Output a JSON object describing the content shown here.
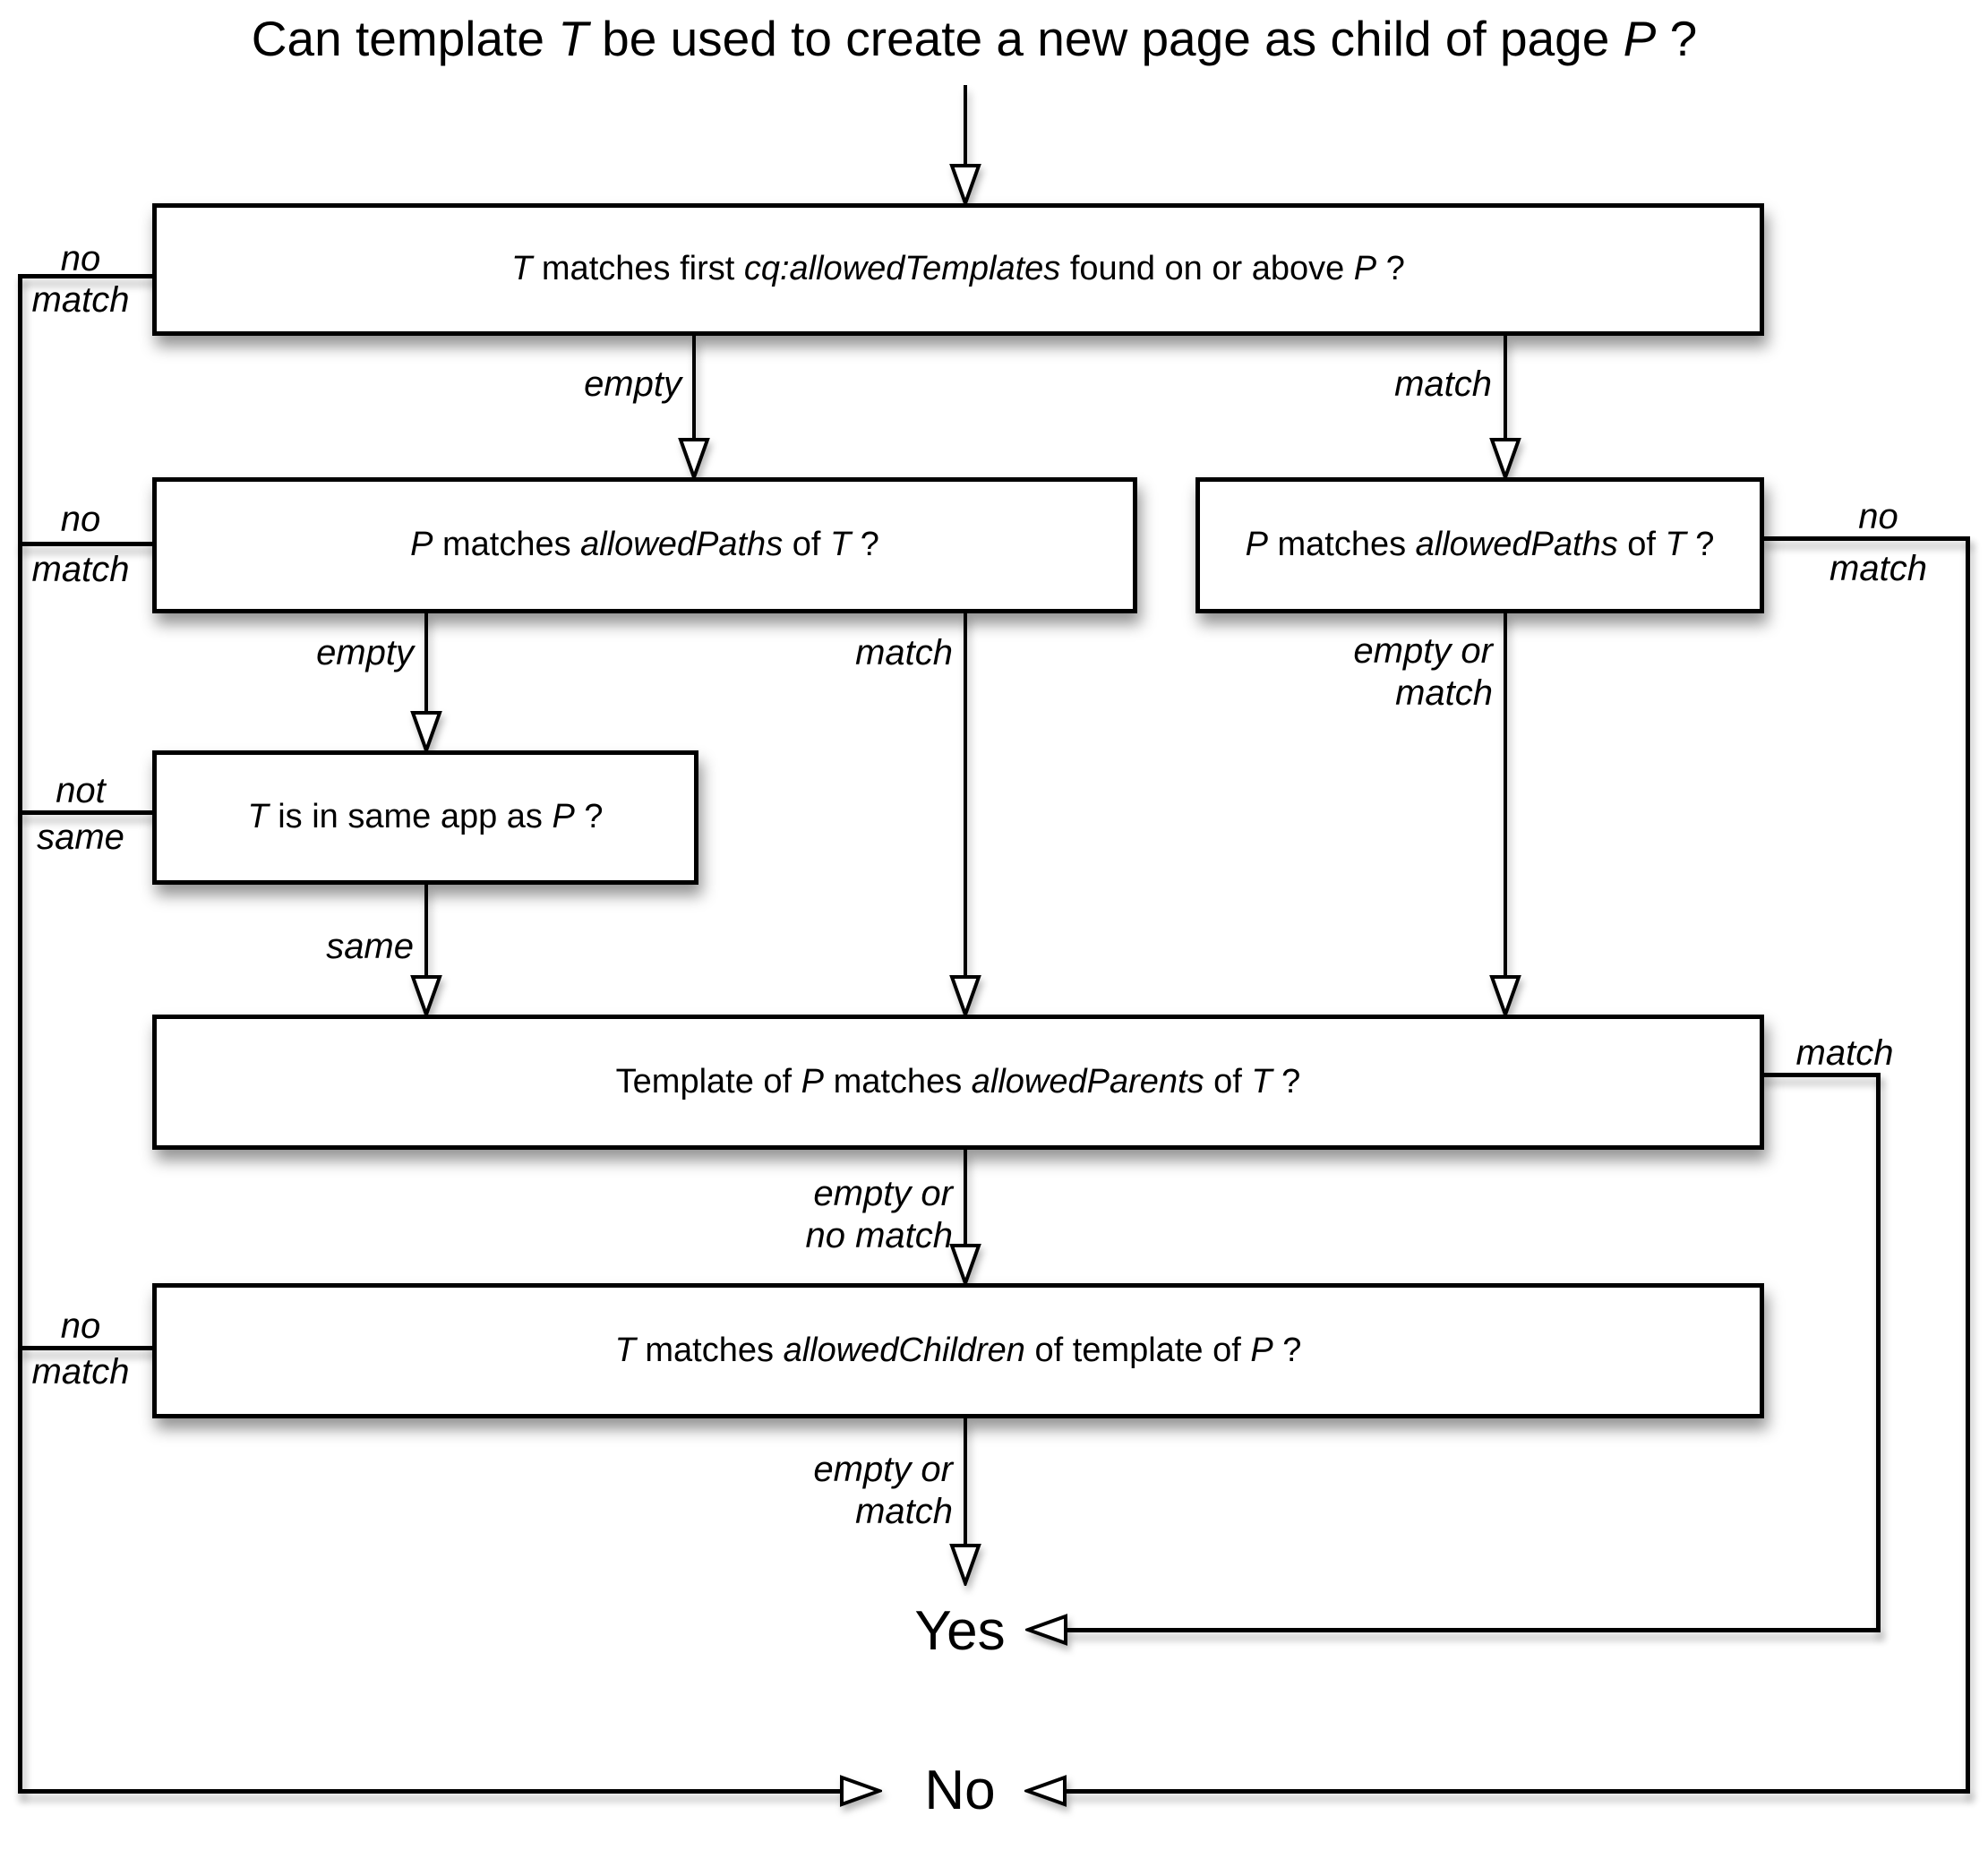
{
  "colors": {
    "ink": "#000000",
    "paper": "#ffffff"
  },
  "title": {
    "segments": [
      {
        "t": "Can template "
      },
      {
        "t": "T",
        "i": true
      },
      {
        "t": " be used to create a new page as child of page "
      },
      {
        "t": "P",
        "i": true
      },
      {
        "t": " ?"
      }
    ]
  },
  "nodes": {
    "allowed_templates": {
      "segments": [
        {
          "t": "T",
          "i": true
        },
        {
          "t": " matches first "
        },
        {
          "t": "cq:allowedTemplates",
          "i": true
        },
        {
          "t": " found on or above "
        },
        {
          "t": "P",
          "i": true
        },
        {
          "t": " ?"
        }
      ]
    },
    "allowed_paths_left": {
      "segments": [
        {
          "t": "P",
          "i": true
        },
        {
          "t": " matches "
        },
        {
          "t": "allowedPaths",
          "i": true
        },
        {
          "t": " of "
        },
        {
          "t": "T",
          "i": true
        },
        {
          "t": " ?"
        }
      ]
    },
    "allowed_paths_right": {
      "segments": [
        {
          "t": "P",
          "i": true
        },
        {
          "t": " matches "
        },
        {
          "t": "allowedPaths",
          "i": true
        },
        {
          "t": " of "
        },
        {
          "t": "T",
          "i": true
        },
        {
          "t": " ?"
        }
      ]
    },
    "same_app": {
      "segments": [
        {
          "t": "T",
          "i": true
        },
        {
          "t": " is in same app as "
        },
        {
          "t": "P",
          "i": true
        },
        {
          "t": " ?"
        }
      ]
    },
    "allowed_parents": {
      "segments": [
        {
          "t": "Template of "
        },
        {
          "t": "P",
          "i": true
        },
        {
          "t": " matches "
        },
        {
          "t": "allowedParents",
          "i": true
        },
        {
          "t": " of "
        },
        {
          "t": "T",
          "i": true
        },
        {
          "t": " ?"
        }
      ]
    },
    "allowed_children": {
      "segments": [
        {
          "t": "T",
          "i": true
        },
        {
          "t": " matches "
        },
        {
          "t": "allowedChildren",
          "i": true
        },
        {
          "t": " of template of "
        },
        {
          "t": "P",
          "i": true
        },
        {
          "t": " ?"
        }
      ]
    }
  },
  "edge_labels": {
    "b1_left": {
      "line1": "no",
      "line2": "match"
    },
    "b2_left": {
      "line1": "no",
      "line2": "match"
    },
    "same_left": {
      "line1": "not",
      "line2": "same"
    },
    "b5_left": {
      "line1": "no",
      "line2": "match"
    },
    "b1_empty": "empty",
    "b1_match": "match",
    "b2_empty": "empty",
    "b2_match": "match",
    "b3_right": {
      "line1": "no",
      "line2": "match"
    },
    "b3_down": {
      "line1": "empty or",
      "line2": "match"
    },
    "same_down": "same",
    "b4_down": {
      "line1": "empty or",
      "line2": "no match"
    },
    "b4_match": "match",
    "b5_down": {
      "line1": "empty or",
      "line2": "match"
    }
  },
  "terminals": {
    "yes": "Yes",
    "no": "No"
  }
}
